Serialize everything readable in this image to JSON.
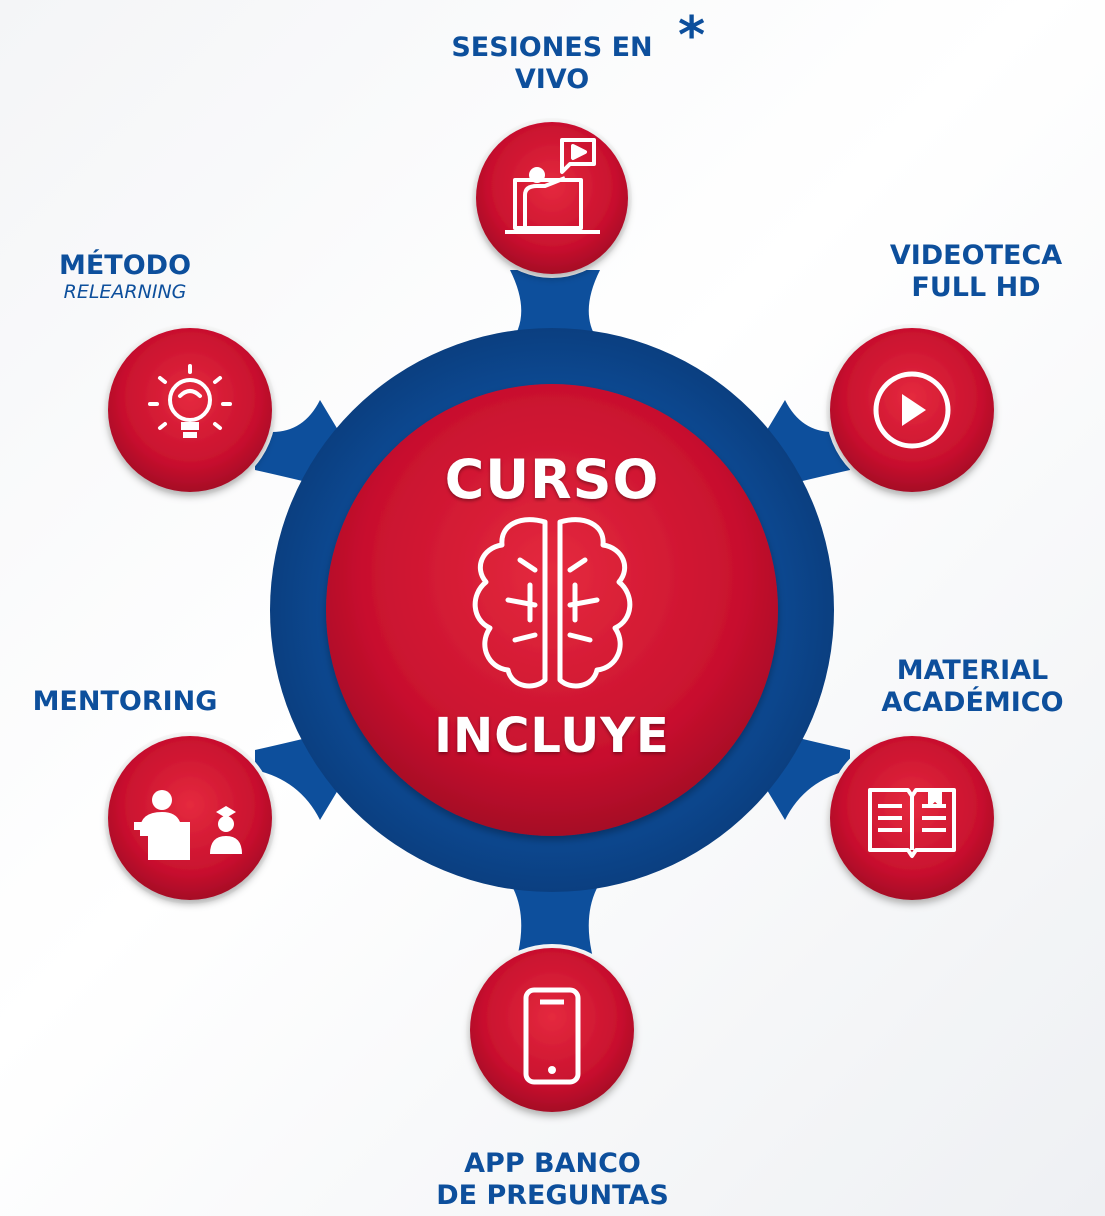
{
  "center": {
    "title_top": "CURSO",
    "title_bottom": "INCLUYE",
    "icon": "brain-icon"
  },
  "features": [
    {
      "id": "sesiones",
      "line1": "SESIONES EN",
      "line2": "VIVO",
      "marker": "*",
      "icon": "live-class-icon"
    },
    {
      "id": "videoteca",
      "line1": "VIDEOTECA",
      "line2": "FULL HD",
      "icon": "play-icon"
    },
    {
      "id": "material",
      "line1": "MATERIAL",
      "line2": "ACADÉMICO",
      "icon": "book-icon"
    },
    {
      "id": "app",
      "line1": "APP BANCO",
      "line2": "DE PREGUNTAS",
      "icon": "smartphone-icon"
    },
    {
      "id": "mentoring",
      "line1": "MENTORING",
      "icon": "mentoring-icon"
    },
    {
      "id": "metodo",
      "line1": "MÉTODO",
      "subline": "RELEARNING",
      "icon": "lightbulb-icon"
    }
  ],
  "colors": {
    "primary_blue": "#0d4f9c",
    "dark_blue": "#0a3d7a",
    "primary_red": "#c8102e",
    "light_red": "#e0263d",
    "text_white": "#ffffff"
  }
}
